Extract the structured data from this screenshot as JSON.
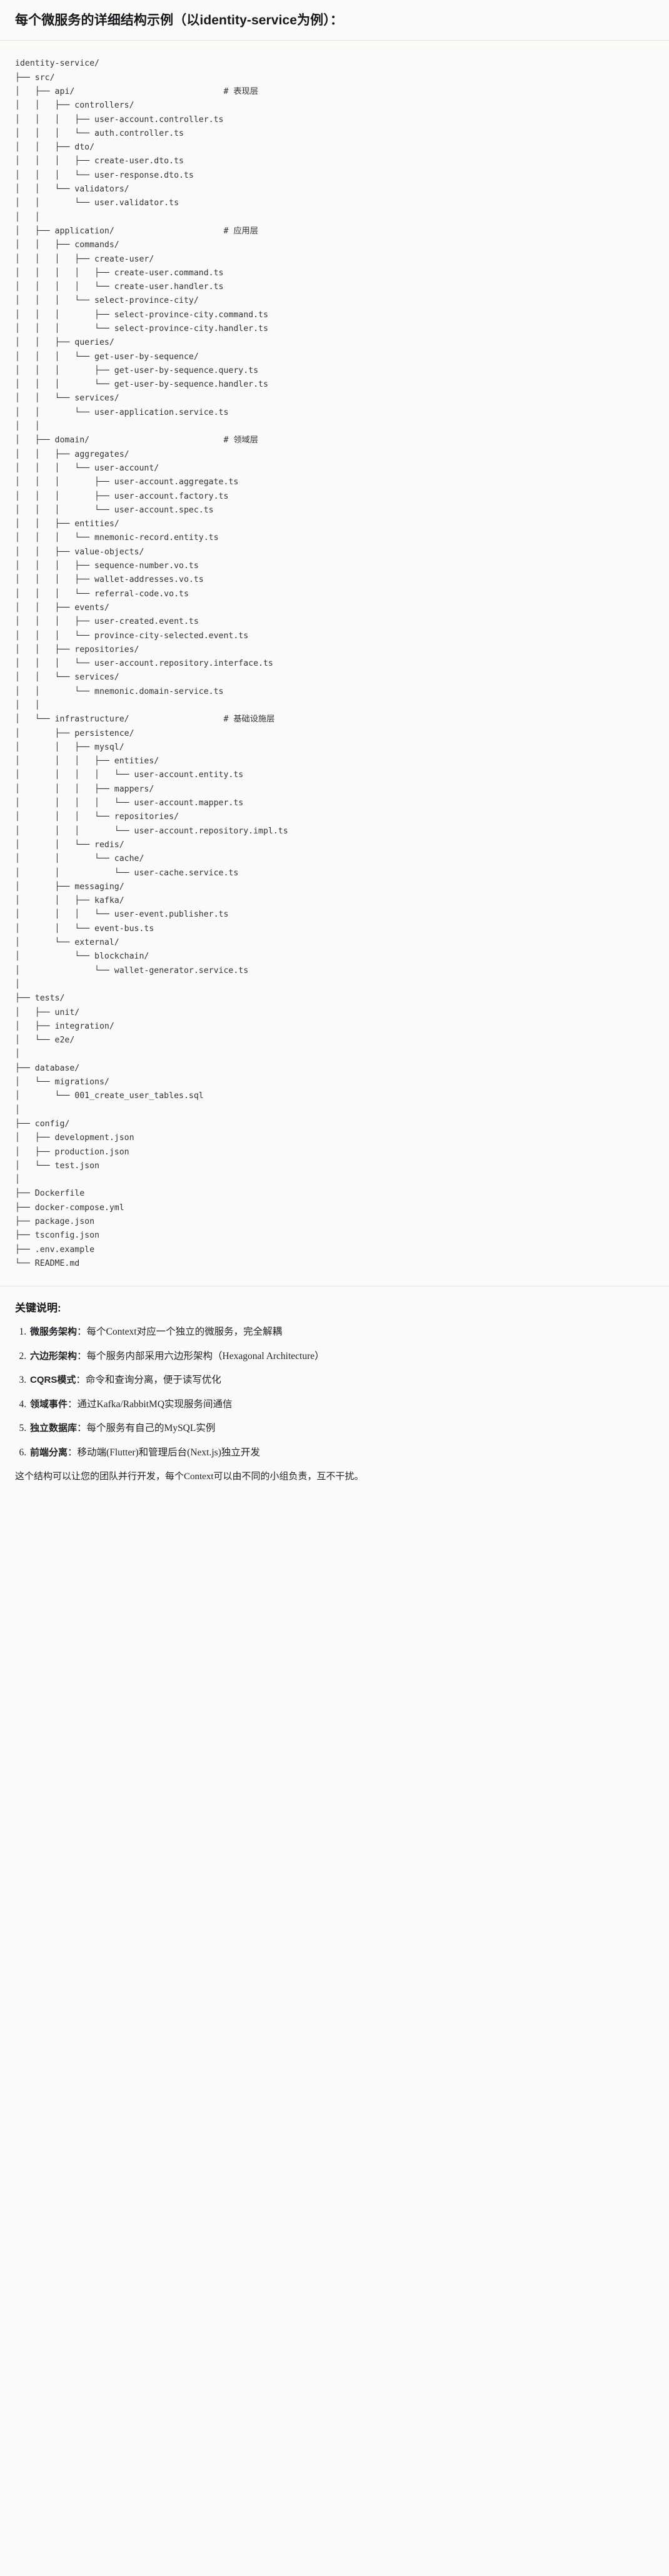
{
  "title": "每个微服务的详细结构示例（以identity-service为例）：",
  "tree": {
    "lines": [
      {
        "text": "identity-service/",
        "comment": ""
      },
      {
        "text": "├── src/",
        "comment": ""
      },
      {
        "text": "│   ├── api/",
        "comment": "# 表现层"
      },
      {
        "text": "│   │   ├── controllers/",
        "comment": ""
      },
      {
        "text": "│   │   │   ├── user-account.controller.ts",
        "comment": ""
      },
      {
        "text": "│   │   │   └── auth.controller.ts",
        "comment": ""
      },
      {
        "text": "│   │   ├── dto/",
        "comment": ""
      },
      {
        "text": "│   │   │   ├── create-user.dto.ts",
        "comment": ""
      },
      {
        "text": "│   │   │   └── user-response.dto.ts",
        "comment": ""
      },
      {
        "text": "│   │   └── validators/",
        "comment": ""
      },
      {
        "text": "│   │       └── user.validator.ts",
        "comment": ""
      },
      {
        "text": "│   │",
        "comment": ""
      },
      {
        "text": "│   ├── application/",
        "comment": "# 应用层"
      },
      {
        "text": "│   │   ├── commands/",
        "comment": ""
      },
      {
        "text": "│   │   │   ├── create-user/",
        "comment": ""
      },
      {
        "text": "│   │   │   │   ├── create-user.command.ts",
        "comment": ""
      },
      {
        "text": "│   │   │   │   └── create-user.handler.ts",
        "comment": ""
      },
      {
        "text": "│   │   │   └── select-province-city/",
        "comment": ""
      },
      {
        "text": "│   │   │       ├── select-province-city.command.ts",
        "comment": ""
      },
      {
        "text": "│   │   │       └── select-province-city.handler.ts",
        "comment": ""
      },
      {
        "text": "│   │   ├── queries/",
        "comment": ""
      },
      {
        "text": "│   │   │   └── get-user-by-sequence/",
        "comment": ""
      },
      {
        "text": "│   │   │       ├── get-user-by-sequence.query.ts",
        "comment": ""
      },
      {
        "text": "│   │   │       └── get-user-by-sequence.handler.ts",
        "comment": ""
      },
      {
        "text": "│   │   └── services/",
        "comment": ""
      },
      {
        "text": "│   │       └── user-application.service.ts",
        "comment": ""
      },
      {
        "text": "│   │",
        "comment": ""
      },
      {
        "text": "│   ├── domain/",
        "comment": "# 领域层"
      },
      {
        "text": "│   │   ├── aggregates/",
        "comment": ""
      },
      {
        "text": "│   │   │   └── user-account/",
        "comment": ""
      },
      {
        "text": "│   │   │       ├── user-account.aggregate.ts",
        "comment": ""
      },
      {
        "text": "│   │   │       ├── user-account.factory.ts",
        "comment": ""
      },
      {
        "text": "│   │   │       └── user-account.spec.ts",
        "comment": ""
      },
      {
        "text": "│   │   ├── entities/",
        "comment": ""
      },
      {
        "text": "│   │   │   └── mnemonic-record.entity.ts",
        "comment": ""
      },
      {
        "text": "│   │   ├── value-objects/",
        "comment": ""
      },
      {
        "text": "│   │   │   ├── sequence-number.vo.ts",
        "comment": ""
      },
      {
        "text": "│   │   │   ├── wallet-addresses.vo.ts",
        "comment": ""
      },
      {
        "text": "│   │   │   └── referral-code.vo.ts",
        "comment": ""
      },
      {
        "text": "│   │   ├── events/",
        "comment": ""
      },
      {
        "text": "│   │   │   ├── user-created.event.ts",
        "comment": ""
      },
      {
        "text": "│   │   │   └── province-city-selected.event.ts",
        "comment": ""
      },
      {
        "text": "│   │   ├── repositories/",
        "comment": ""
      },
      {
        "text": "│   │   │   └── user-account.repository.interface.ts",
        "comment": ""
      },
      {
        "text": "│   │   └── services/",
        "comment": ""
      },
      {
        "text": "│   │       └── mnemonic.domain-service.ts",
        "comment": ""
      },
      {
        "text": "│   │",
        "comment": ""
      },
      {
        "text": "│   └── infrastructure/",
        "comment": "# 基础设施层"
      },
      {
        "text": "│       ├── persistence/",
        "comment": ""
      },
      {
        "text": "│       │   ├── mysql/",
        "comment": ""
      },
      {
        "text": "│       │   │   ├── entities/",
        "comment": ""
      },
      {
        "text": "│       │   │   │   └── user-account.entity.ts",
        "comment": ""
      },
      {
        "text": "│       │   │   ├── mappers/",
        "comment": ""
      },
      {
        "text": "│       │   │   │   └── user-account.mapper.ts",
        "comment": ""
      },
      {
        "text": "│       │   │   └── repositories/",
        "comment": ""
      },
      {
        "text": "│       │   │       └── user-account.repository.impl.ts",
        "comment": ""
      },
      {
        "text": "│       │   └── redis/",
        "comment": ""
      },
      {
        "text": "│       │       └── cache/",
        "comment": ""
      },
      {
        "text": "│       │           └── user-cache.service.ts",
        "comment": ""
      },
      {
        "text": "│       ├── messaging/",
        "comment": ""
      },
      {
        "text": "│       │   ├── kafka/",
        "comment": ""
      },
      {
        "text": "│       │   │   └── user-event.publisher.ts",
        "comment": ""
      },
      {
        "text": "│       │   └── event-bus.ts",
        "comment": ""
      },
      {
        "text": "│       └── external/",
        "comment": ""
      },
      {
        "text": "│           └── blockchain/",
        "comment": ""
      },
      {
        "text": "│               └── wallet-generator.service.ts",
        "comment": ""
      },
      {
        "text": "│",
        "comment": ""
      },
      {
        "text": "├── tests/",
        "comment": ""
      },
      {
        "text": "│   ├── unit/",
        "comment": ""
      },
      {
        "text": "│   ├── integration/",
        "comment": ""
      },
      {
        "text": "│   └── e2e/",
        "comment": ""
      },
      {
        "text": "│",
        "comment": ""
      },
      {
        "text": "├── database/",
        "comment": ""
      },
      {
        "text": "│   └── migrations/",
        "comment": ""
      },
      {
        "text": "│       └── 001_create_user_tables.sql",
        "comment": ""
      },
      {
        "text": "│",
        "comment": ""
      },
      {
        "text": "├── config/",
        "comment": ""
      },
      {
        "text": "│   ├── development.json",
        "comment": ""
      },
      {
        "text": "│   ├── production.json",
        "comment": ""
      },
      {
        "text": "│   └── test.json",
        "comment": ""
      },
      {
        "text": "│",
        "comment": ""
      },
      {
        "text": "├── Dockerfile",
        "comment": ""
      },
      {
        "text": "├── docker-compose.yml",
        "comment": ""
      },
      {
        "text": "├── package.json",
        "comment": ""
      },
      {
        "text": "├── tsconfig.json",
        "comment": ""
      },
      {
        "text": "├── .env.example",
        "comment": ""
      },
      {
        "text": "└── README.md",
        "comment": ""
      }
    ],
    "comment_column": 42
  },
  "notes": {
    "heading": "关键说明:",
    "items": [
      {
        "term": "微服务架构",
        "sep": "：",
        "desc": "每个Context对应一个独立的微服务，完全解耦"
      },
      {
        "term": "六边形架构",
        "sep": "：",
        "desc": "每个服务内部采用六边形架构（Hexagonal Architecture）"
      },
      {
        "term": "CQRS模式",
        "sep": "：",
        "desc": "命令和查询分离，便于读写优化"
      },
      {
        "term": "领域事件",
        "sep": "：",
        "desc": "通过Kafka/RabbitMQ实现服务间通信"
      },
      {
        "term": "独立数据库",
        "sep": "：",
        "desc": "每个服务有自己的MySQL实例"
      },
      {
        "term": "前端分离",
        "sep": "：",
        "desc": "移动端(Flutter)和管理后台(Next.js)独立开发"
      }
    ],
    "footer": "这个结构可以让您的团队并行开发，每个Context可以由不同的小组负责，互不干扰。"
  }
}
